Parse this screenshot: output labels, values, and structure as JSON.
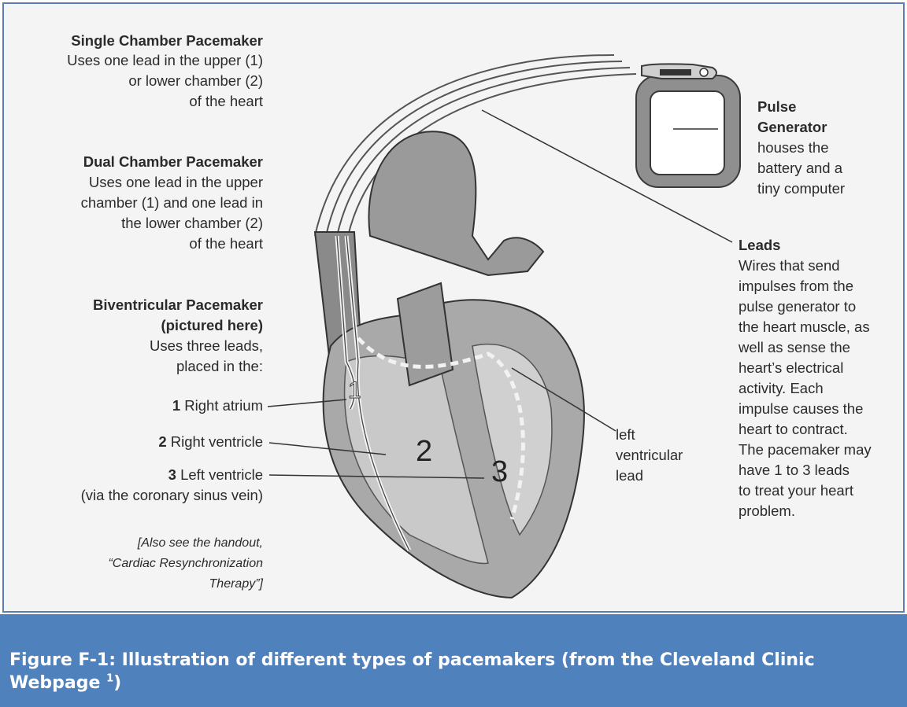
{
  "single": {
    "title": "Single Chamber Pacemaker",
    "lines": [
      "Uses one lead in the upper (1)",
      "or lower chamber (2)",
      "of the heart"
    ]
  },
  "dual": {
    "title": "Dual Chamber Pacemaker",
    "lines": [
      "Uses one lead in the upper",
      "chamber (1) and one lead in",
      "the lower chamber (2)",
      "of the heart"
    ]
  },
  "biv": {
    "title_lines": [
      "Biventricular Pacemaker",
      "(pictured here)"
    ],
    "lines": [
      "Uses three leads,",
      "placed in the:"
    ]
  },
  "labels": {
    "l1": {
      "num": "1",
      "text": "Right atrium"
    },
    "l2": {
      "num": "2",
      "text": "Right ventricle"
    },
    "l3": {
      "num": "3",
      "text": "Left ventricle",
      "sub": "(via the coronary sinus vein)"
    }
  },
  "handout": [
    "[Also see the handout,",
    "“Cardiac Resynchronization",
    "Therapy”]"
  ],
  "pulse": {
    "title_lines": [
      "Pulse",
      "Generator"
    ],
    "lines": [
      "houses the",
      "battery and a",
      "tiny computer"
    ]
  },
  "leads": {
    "title": "Leads",
    "lines": [
      "Wires that send",
      "impulses from the",
      "pulse generator to",
      "the heart muscle, as",
      "well as sense the",
      "heart’s electrical",
      "activity. Each",
      "impulse causes the",
      "heart to contract.",
      "The pacemaker may",
      "have 1 to 3 leads",
      "to treat your heart",
      "problem."
    ]
  },
  "lv_lead": [
    "left",
    "ventricular",
    "lead"
  ],
  "chamber_numbers": [
    "1",
    "2",
    "3"
  ],
  "caption": {
    "text": "Figure F-1: Illustration of different types of pacemakers (from the Cleveland Clinic Webpage ",
    "sup": "1",
    "end": ")"
  },
  "colors": {
    "caption_bg": "#4f81bd",
    "panel_border": "#5b7fb5",
    "panel_bg": "#f4f4f4"
  }
}
